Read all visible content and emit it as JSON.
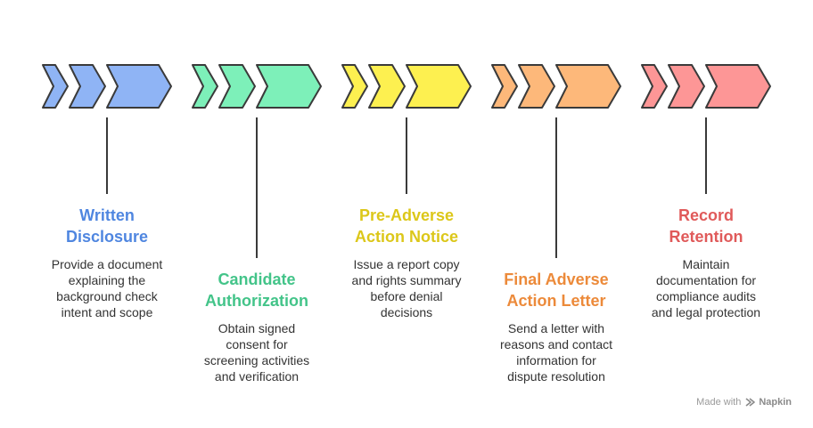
{
  "steps": [
    {
      "title": "Written\nDisclosure",
      "description": "Provide a document\nexplaining the\nbackground check\nintent and scope",
      "fill": "#8fb4f5",
      "text_color": "#4f86e0"
    },
    {
      "title": "Candidate\nAuthorization",
      "description": "Obtain signed\nconsent for\nscreening activities\nand verification",
      "fill": "#7df0b9",
      "text_color": "#43c489"
    },
    {
      "title": "Pre-Adverse\nAction Notice",
      "description": "Issue a report copy\nand rights summary\nbefore denial\ndecisions",
      "fill": "#fdf050",
      "text_color": "#dcc719"
    },
    {
      "title": "Final Adverse\nAction Letter",
      "description": "Send a letter with\nreasons and contact\ninformation for\ndispute resolution",
      "fill": "#fdb87a",
      "text_color": "#ec8a3a"
    },
    {
      "title": "Record\nRetention",
      "description": "Maintain\ndocumentation for\ncompliance audits\nand legal protection",
      "fill": "#fd9696",
      "text_color": "#e05a5a"
    }
  ],
  "watermark": {
    "prefix": "Made with",
    "brand": "Napkin"
  }
}
